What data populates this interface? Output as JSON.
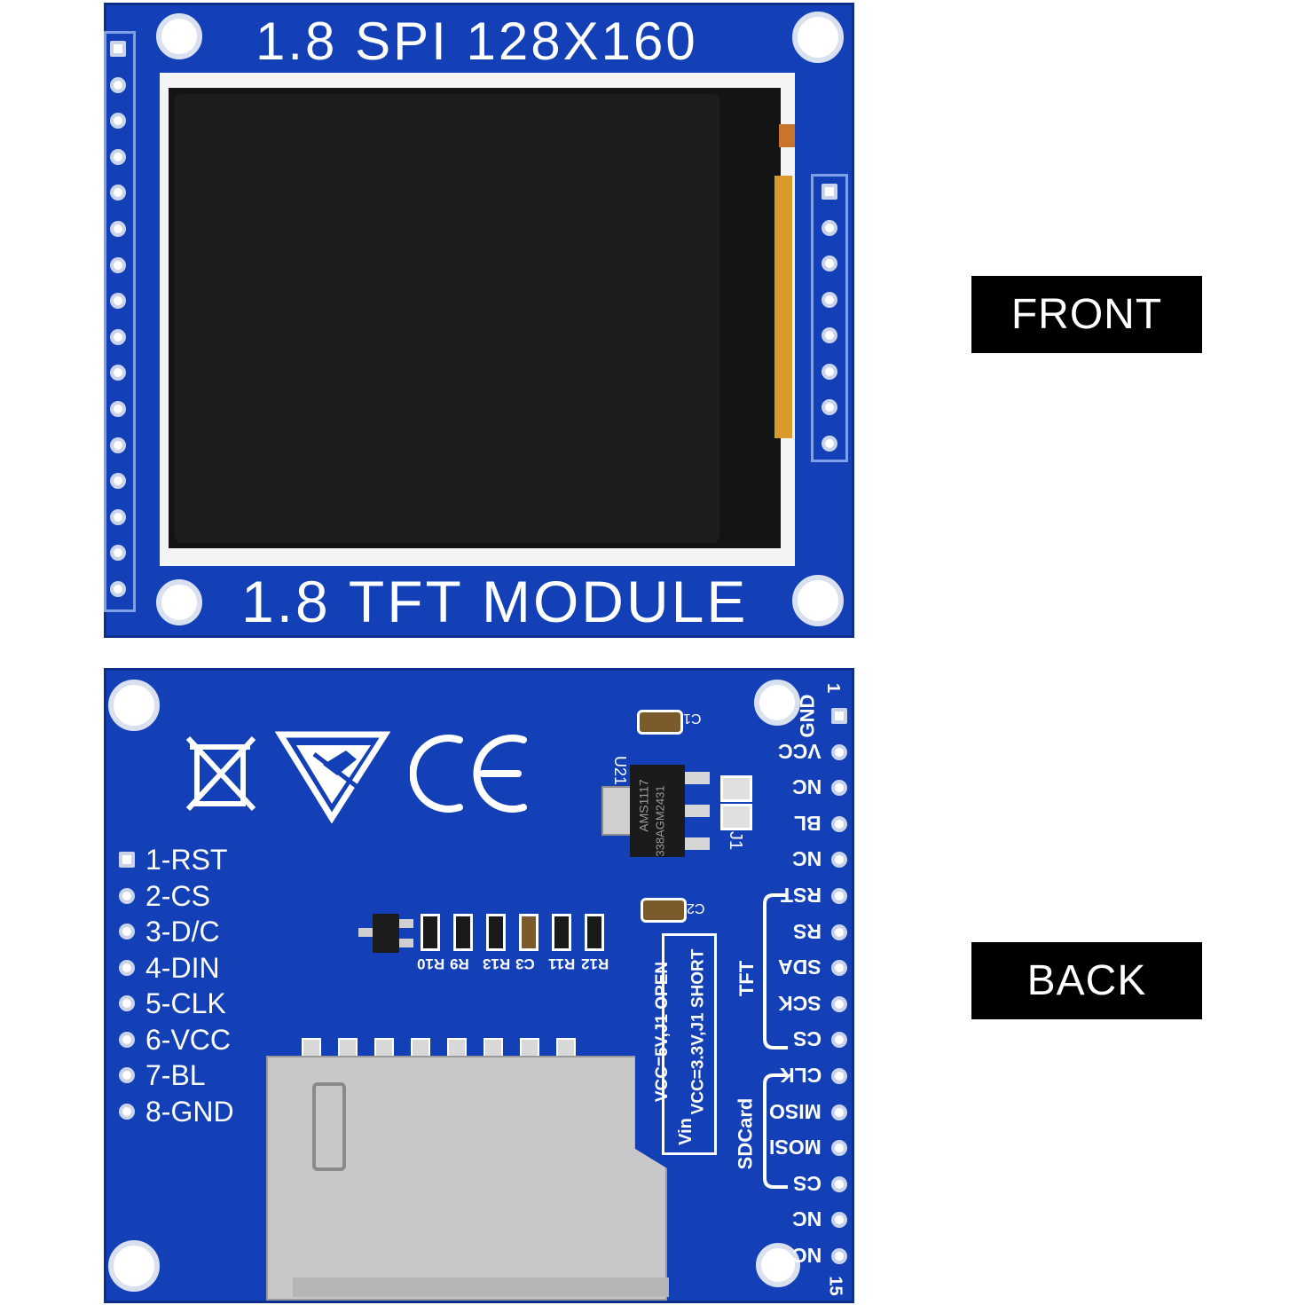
{
  "front": {
    "top_title": "1.8 SPI 128X160",
    "bottom_title": "1.8 TFT MODULE",
    "label": "FRONT"
  },
  "back": {
    "label": "BACK",
    "left_pins": [
      "1-RST",
      "2-CS",
      "3-D/C",
      "4-DIN",
      "5-CLK",
      "6-VCC",
      "7-BL",
      "8-GND"
    ],
    "right_pins": [
      "GND",
      "VCC",
      "NC",
      "BL",
      "NC",
      "RST",
      "RS",
      "SDA",
      "SCK",
      "CS",
      "CLK",
      "MISO",
      "MOSI",
      "CS",
      "NC",
      "NC"
    ],
    "pin_first": "1",
    "pin_last": "15",
    "group_tft": "TFT",
    "group_sdcard": "SDCard",
    "note_open": "VCC=5V,J1 OPEN",
    "note_short": "VCC=3.3V,J1 SHORT",
    "note_vin": "Vin",
    "components": {
      "c1": "C1",
      "c2": "C2",
      "u21": "U21",
      "j1": "J1",
      "regulator_line1": "AMS1117",
      "regulator_line2": "338AGM2431",
      "resistors": [
        "R10",
        "R9",
        "R13",
        "C3",
        "R11",
        "R12"
      ]
    },
    "icons": [
      "weee-bin-icon",
      "esd-warning-icon",
      "ce-mark-icon"
    ]
  }
}
